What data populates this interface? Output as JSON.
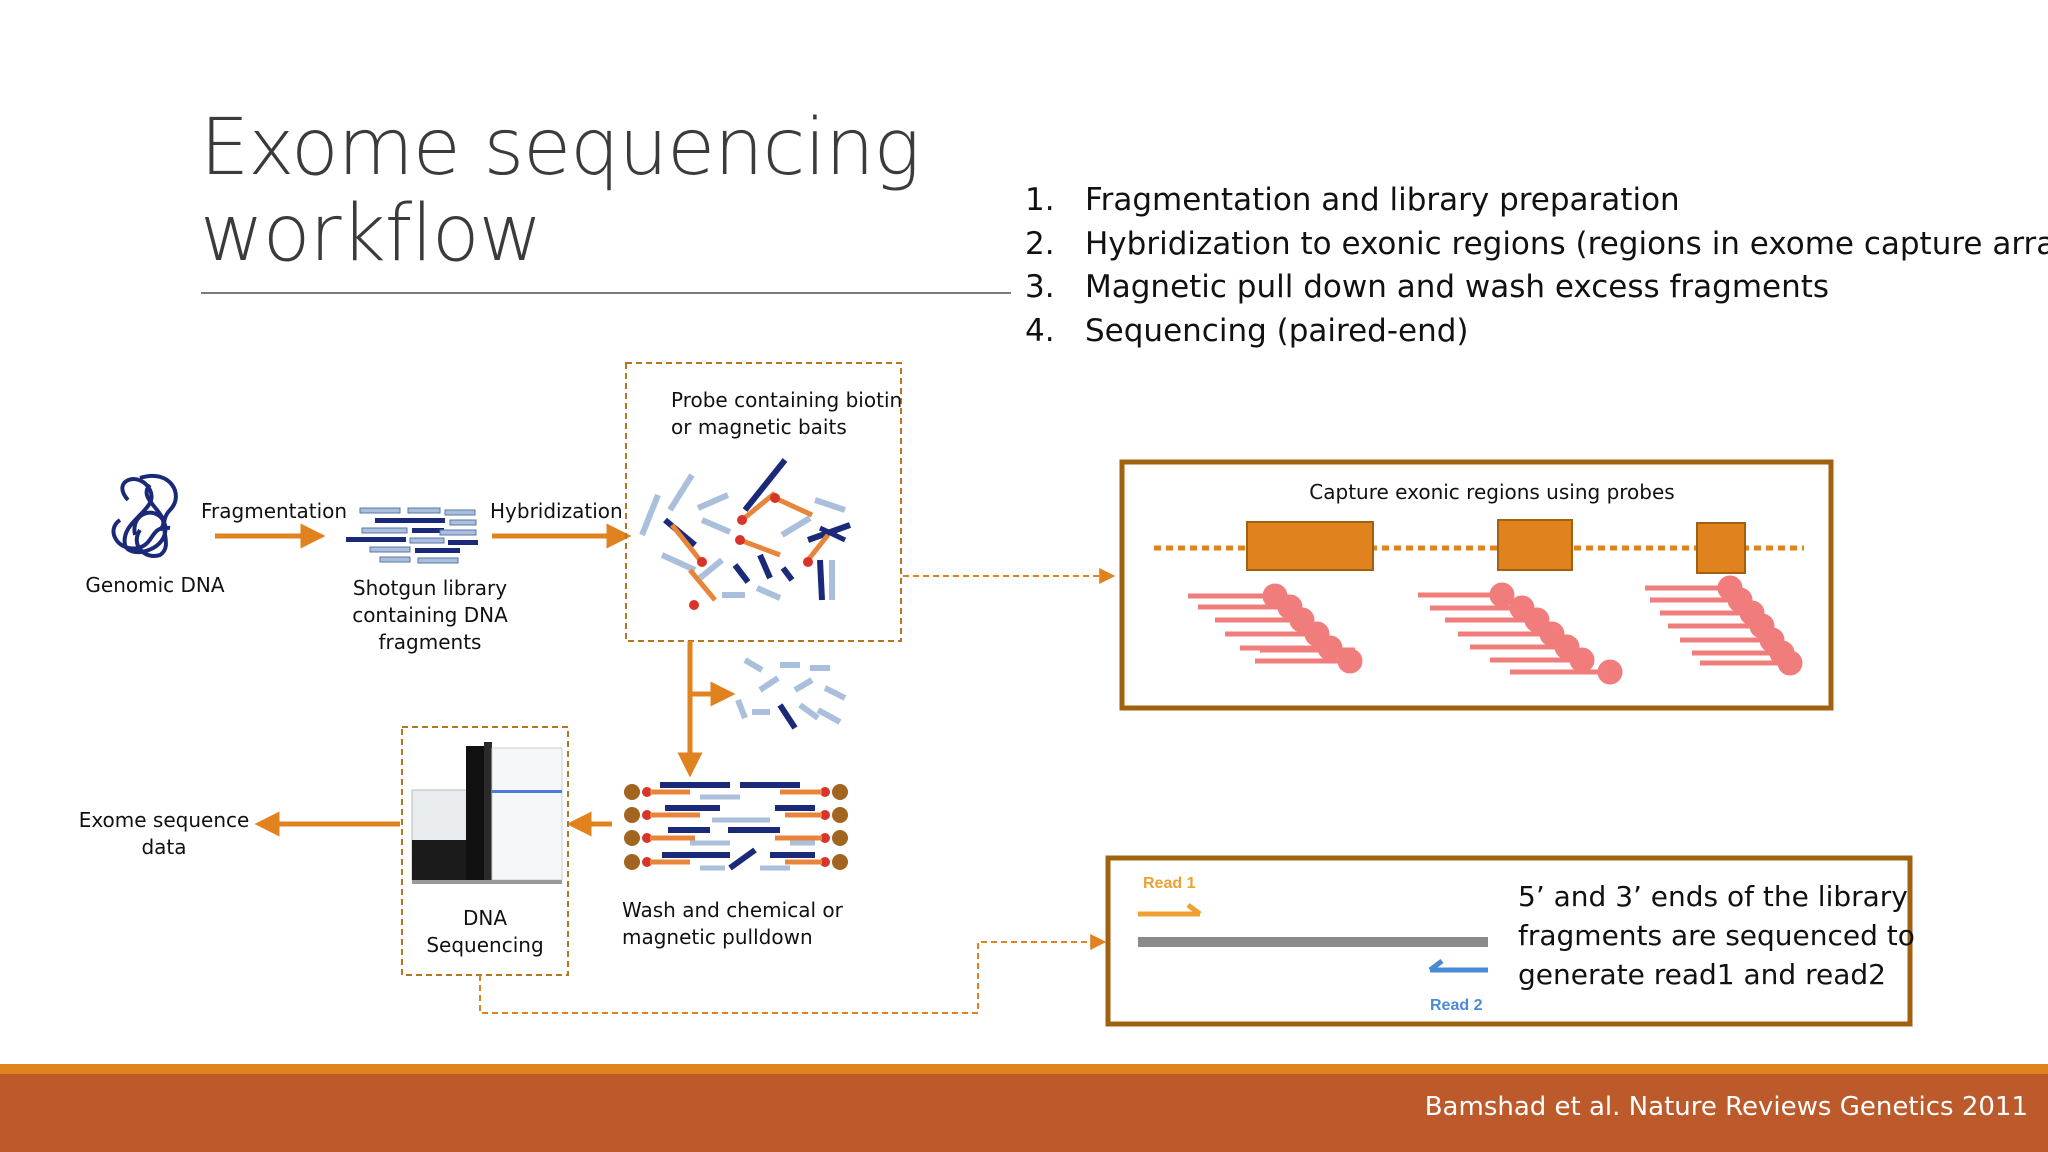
{
  "slide": {
    "title_line1": "Exome sequencing",
    "title_line2": "workflow",
    "steps": [
      {
        "num": "1.",
        "text": "Fragmentation and library preparation"
      },
      {
        "num": "2.",
        "text": "Hybridization to exonic regions (regions in exome capture array)"
      },
      {
        "num": "3.",
        "text": "Magnetic pull down and wash excess fragments"
      },
      {
        "num": "4.",
        "text": "Sequencing (paired-end)"
      }
    ],
    "citation": "Bamshad et al. Nature Reviews Genetics 2011"
  },
  "diagram": {
    "genomic_dna": "Genomic DNA",
    "fragmentation": "Fragmentation",
    "shotgun_line1": "Shotgun library",
    "shotgun_line2": "containing DNA",
    "shotgun_line3": "fragments",
    "hybridization": "Hybridization",
    "probe_line1": "Probe containing biotin",
    "probe_line2": "or magnetic baits",
    "wash_line1": "Wash and chemical or",
    "wash_line2": "magnetic pulldown",
    "dna_seq_line1": "DNA",
    "dna_seq_line2": "Sequencing",
    "exome_line1": "Exome sequence",
    "exome_line2": "data",
    "capture_title": "Capture exonic regions using probes",
    "read1": "Read 1",
    "read2": "Read 2",
    "reads_line1": "5’ and 3’ ends of the library",
    "reads_line2": "fragments are sequenced to",
    "reads_line3": "generate read1 and read2"
  },
  "colors": {
    "orange": "#e0821e",
    "brown_frame": "#a0620f",
    "navy": "#1a2a78",
    "light_blue": "#a9bfdc",
    "probe_red": "#d9342b",
    "salmon": "#f07c7c",
    "footer": "#bd5a2b"
  }
}
